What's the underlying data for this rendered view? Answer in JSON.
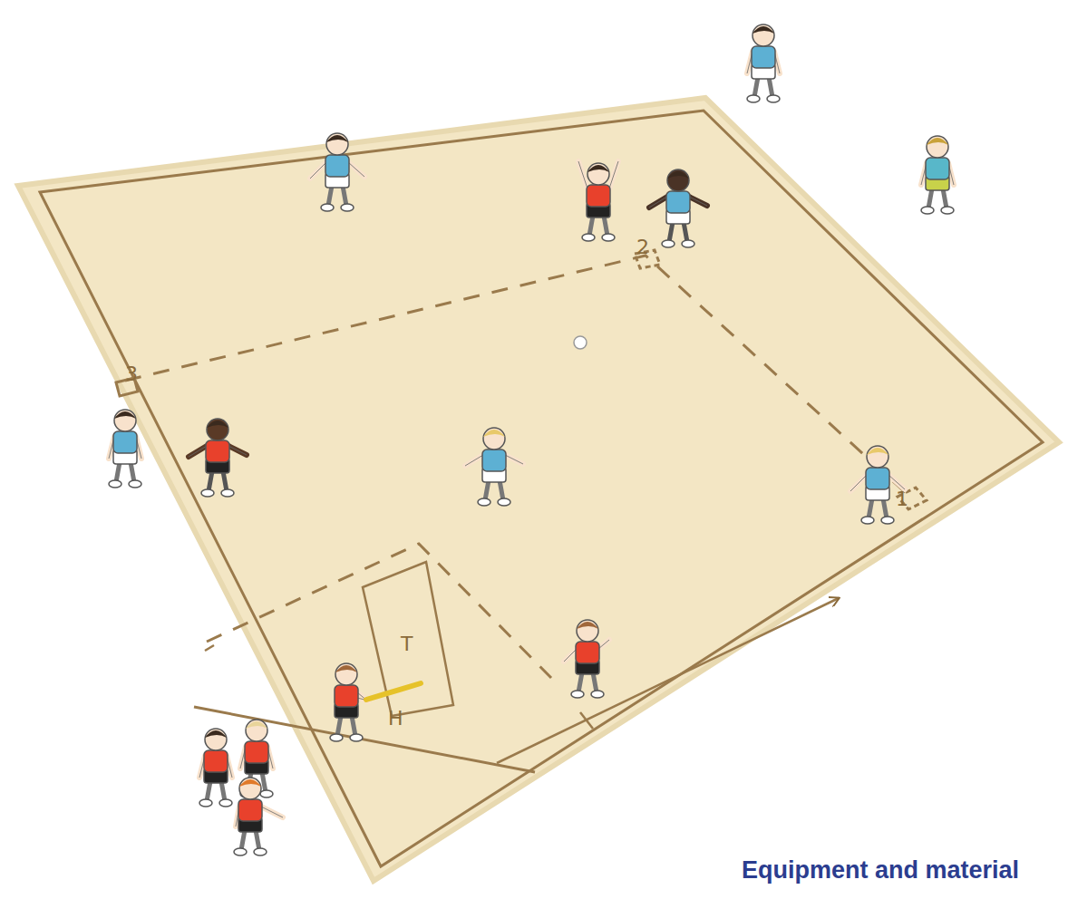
{
  "diagram": {
    "title": "Equipment and material",
    "labels": [
      "3",
      "2",
      "1",
      "T",
      "H"
    ]
  }
}
